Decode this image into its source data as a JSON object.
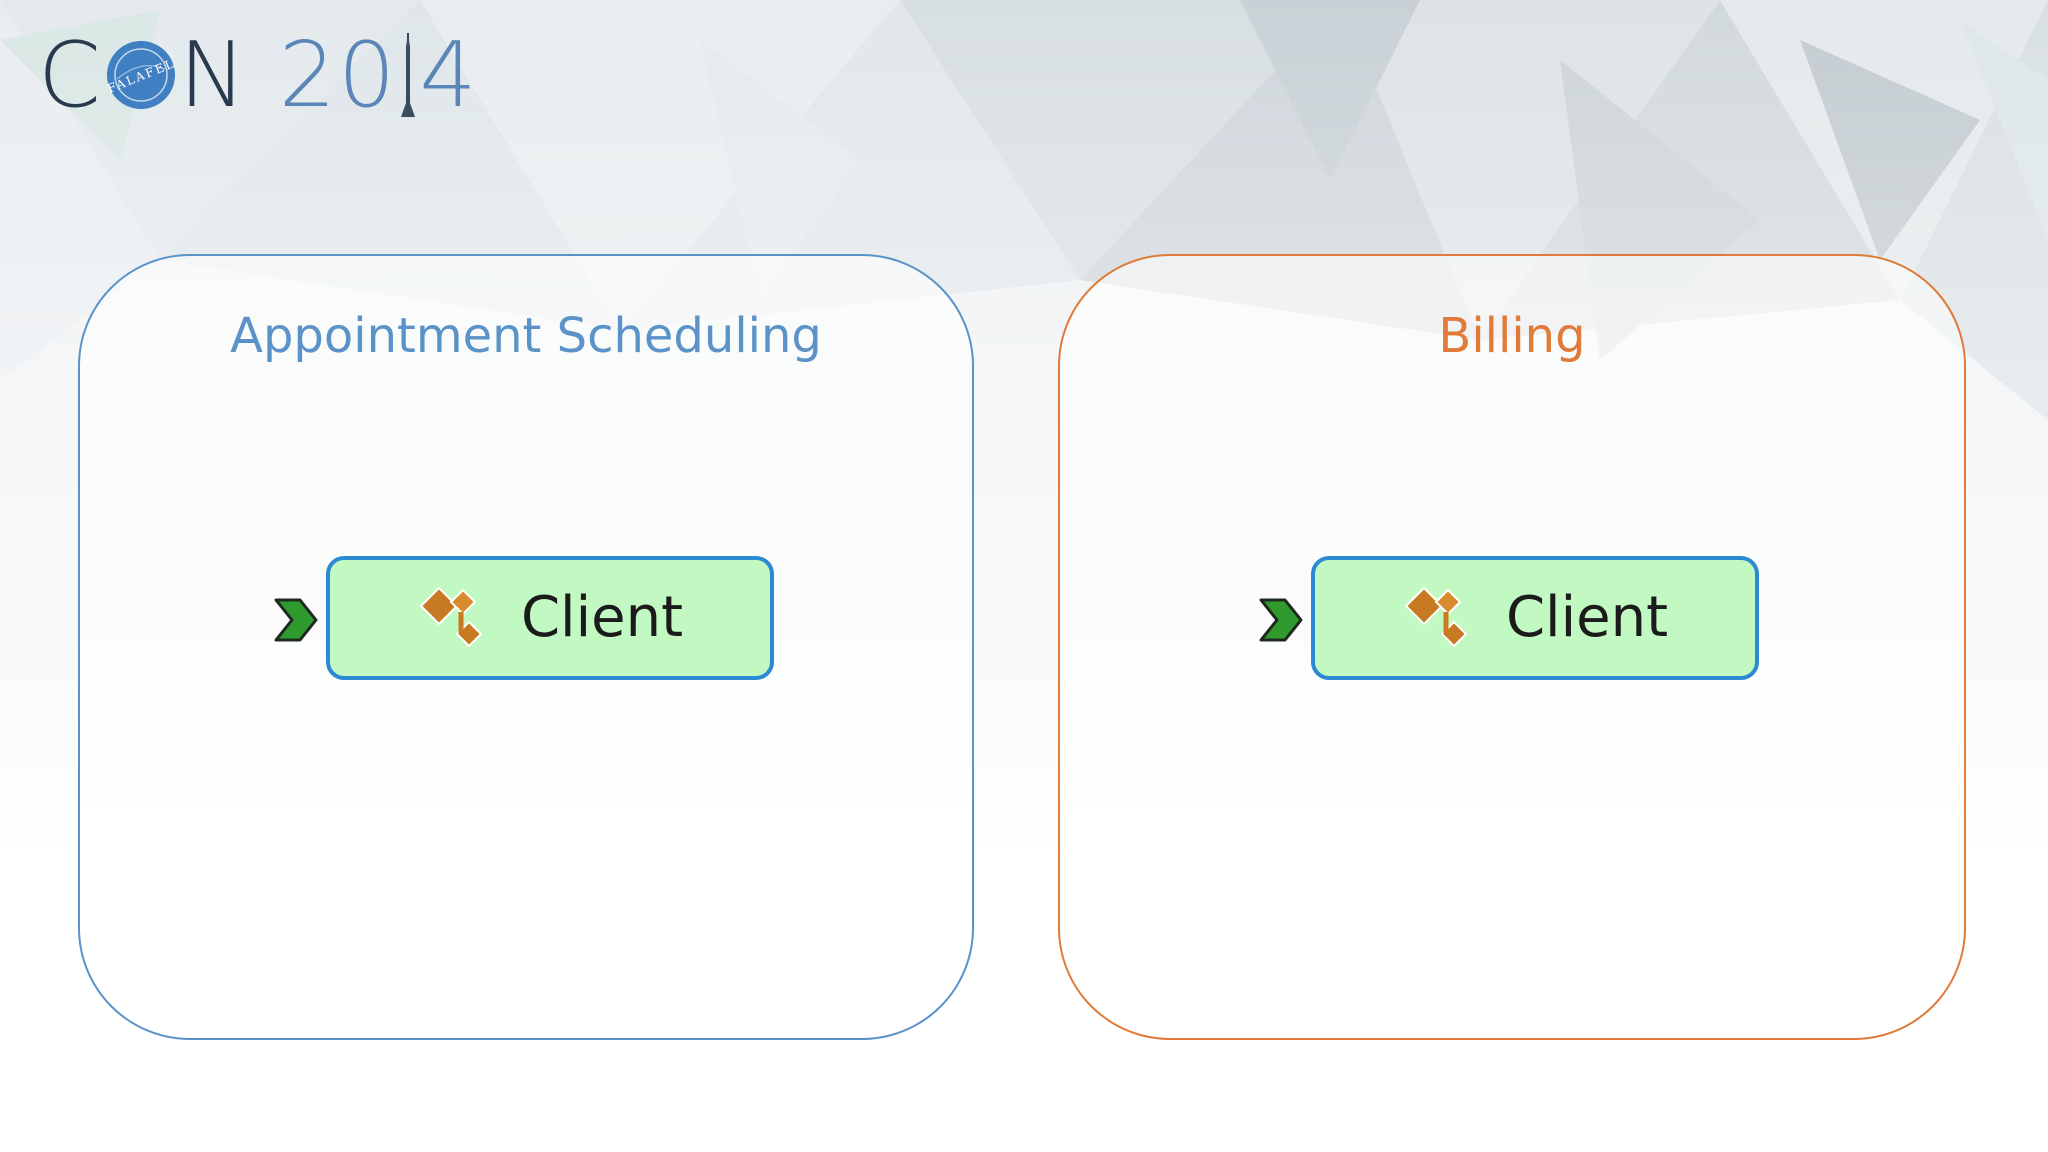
{
  "logo": {
    "letter_c": "C",
    "letter_n": "N",
    "year_prefix": "20",
    "year_suffix": "4",
    "badge_text": "FALAFEL"
  },
  "contexts": [
    {
      "title": "Appointment Scheduling",
      "color": "#5b93c9",
      "node": {
        "label": "Client",
        "icon": "entity-hierarchy-icon"
      }
    },
    {
      "title": "Billing",
      "color": "#e07b39",
      "node": {
        "label": "Client",
        "icon": "entity-hierarchy-icon"
      }
    }
  ],
  "colors": {
    "node_fill": "#c2f9c2",
    "node_border": "#2b8ad2",
    "marker_green": "#2f9b2f",
    "icon_brown": "#c77a22"
  }
}
